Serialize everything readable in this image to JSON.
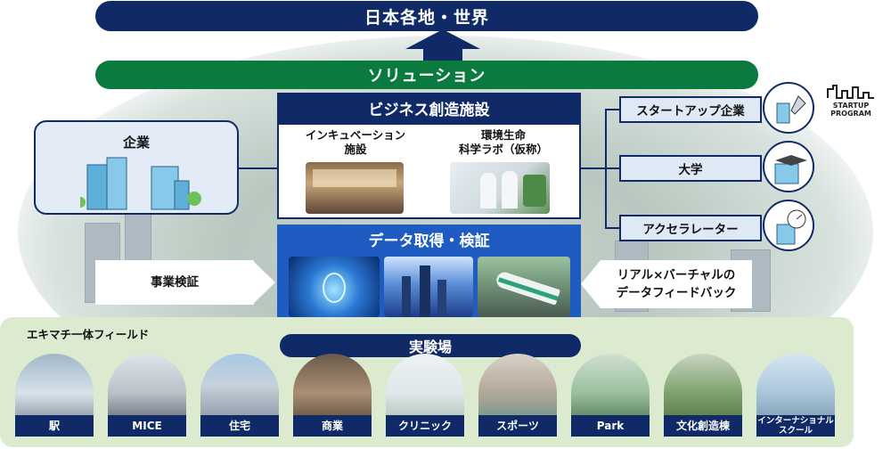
{
  "top_banner": "日本各地・世界",
  "solution_banner": "ソリューション",
  "business_facility": {
    "title": "ビジネス創造施設",
    "incubation_line1": "インキュベーション",
    "incubation_line2": "施設",
    "lab_line1": "環境生命",
    "lab_line2": "科学ラボ（仮称）"
  },
  "data_section": {
    "title": "データ取得・検証"
  },
  "company": {
    "label": "企業"
  },
  "business_verification": "事業検証",
  "feedback": {
    "line1": "リアル×バーチャルの",
    "line2": "データフィードバック"
  },
  "right_boxes": [
    {
      "label": "スタートアップ企業"
    },
    {
      "label": "大学"
    },
    {
      "label": "アクセラレーター"
    }
  ],
  "startup_logo": {
    "line1": "STARTUP",
    "line2": "PROGRAM"
  },
  "field": {
    "label": "エキマチ一体フィールド"
  },
  "lab_pill": "実験場",
  "tiles": [
    {
      "label": "駅"
    },
    {
      "label": "MICE"
    },
    {
      "label": "住宅"
    },
    {
      "label": "商業"
    },
    {
      "label": "クリニック"
    },
    {
      "label": "スポーツ"
    },
    {
      "label": "Park"
    },
    {
      "label": "文化創造棟"
    },
    {
      "label": "インターナショナル",
      "label2": "スクール"
    }
  ],
  "colors": {
    "navy": "#0f2a66",
    "green": "#0a7a3e",
    "blue": "#1f5cc2",
    "field_green": "#dcebd0"
  }
}
